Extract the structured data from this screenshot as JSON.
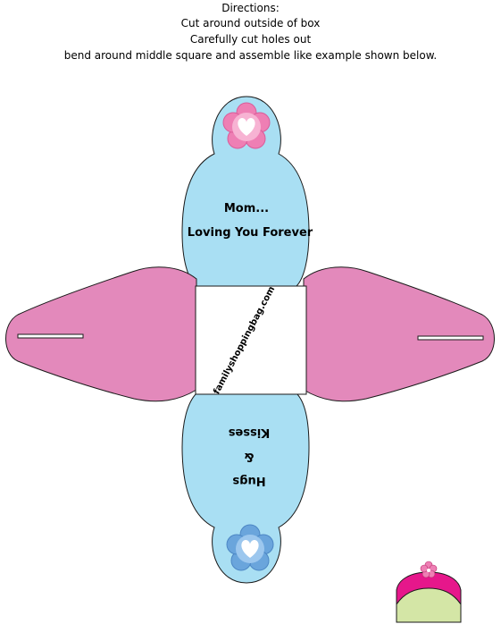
{
  "directions": {
    "heading": "Directions:",
    "lines": [
      "Cut around outside of box",
      "Carefully cut holes out",
      "bend around middle square and assemble like example shown below."
    ]
  },
  "box": {
    "top_panel_line1": "Mom...",
    "top_panel_line2": "Loving You Forever",
    "center_text": "familyshoppingbag.com",
    "bottom_panel_line1": "Hugs",
    "bottom_panel_line2": "&",
    "bottom_panel_line3": "Kisses"
  },
  "colors": {
    "blue_panel": "#a9dff3",
    "pink_panel": "#e389bb",
    "outline": "#1a1a1a",
    "flower_pink": "#ee7fb4",
    "flower_blue": "#6aa5dc",
    "example_lid": "#e6178b",
    "example_base": "#d4e6a6"
  },
  "icons": {
    "top_flower": "heart-flower-pink-icon",
    "bottom_flower": "heart-flower-blue-icon",
    "example": "assembled-box-example-icon"
  }
}
